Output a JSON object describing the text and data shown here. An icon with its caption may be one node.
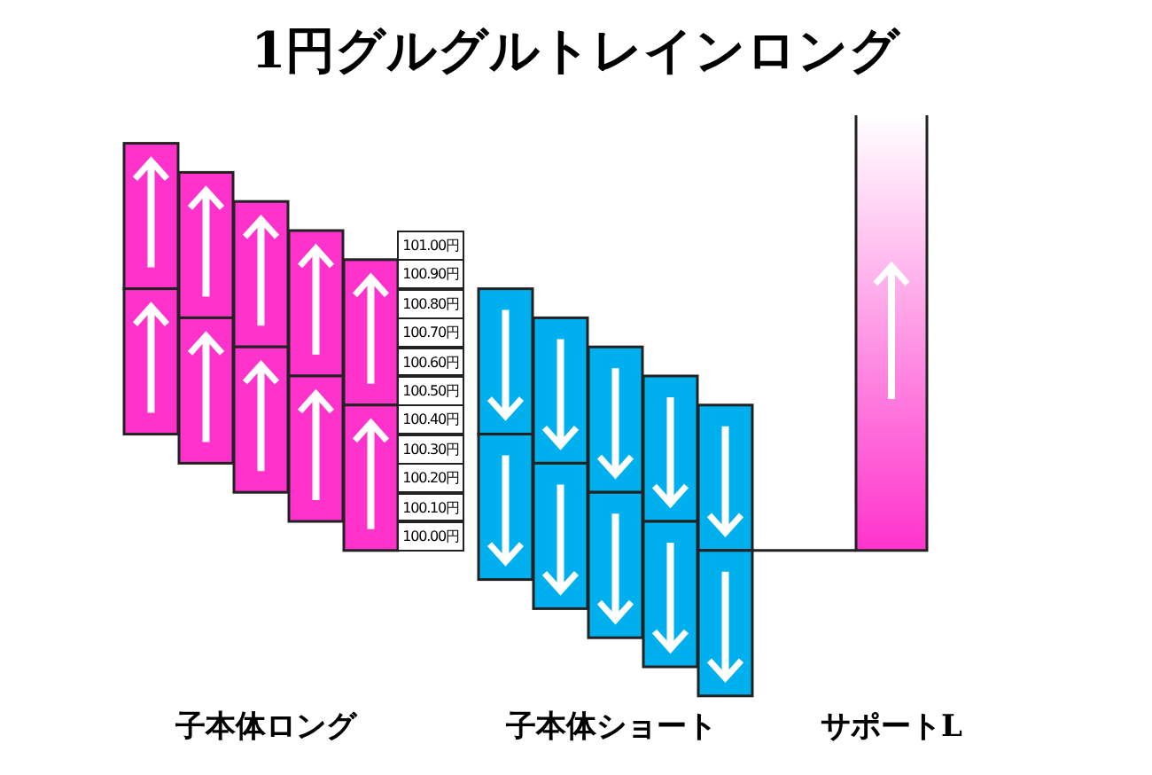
{
  "diagram": {
    "title": "1円グルグルトレインロング",
    "labels": [
      "101.00円",
      "100.90円",
      "100.80円",
      "100.70円",
      "100.60円",
      "100.50円",
      "100.40円",
      "100.30円",
      "100.20円",
      "100.10円",
      "100.00円",
      "子本体ロング",
      "子本体ショート",
      "サポートL"
    ]
  }
}
